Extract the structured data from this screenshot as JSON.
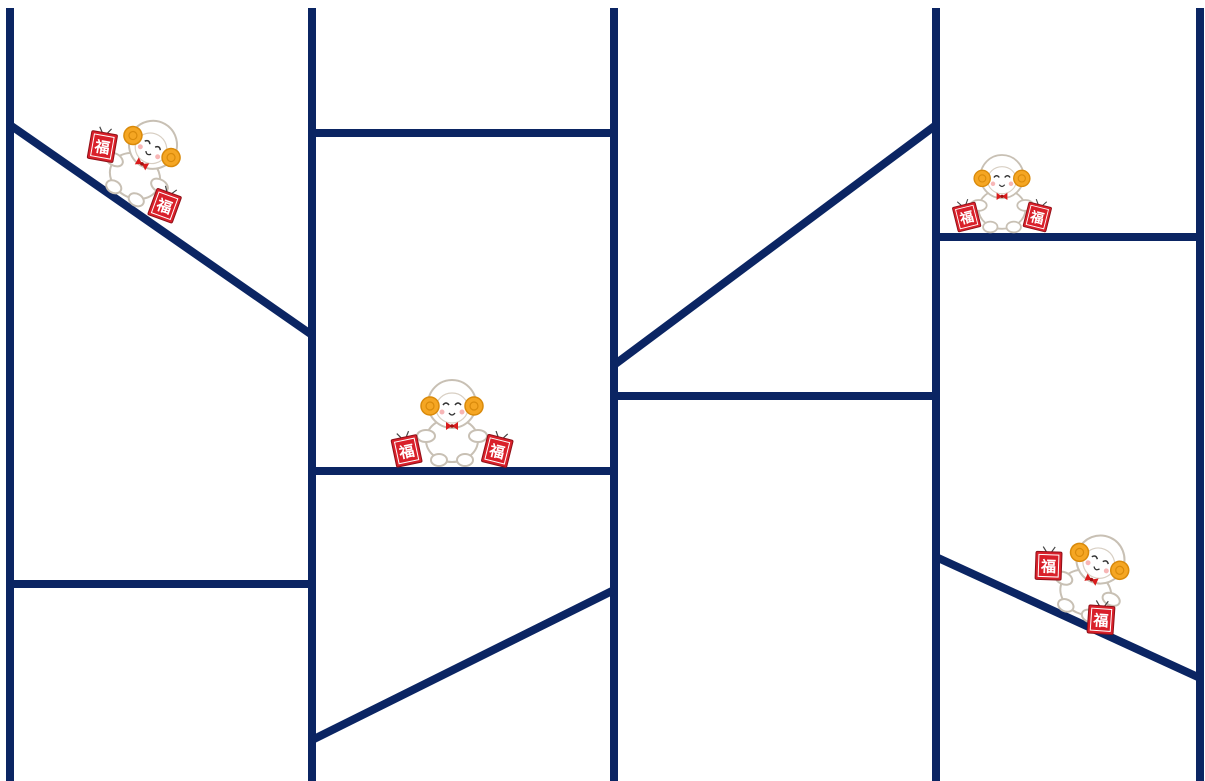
{
  "game": {
    "type": "amidakuji",
    "line_color": "#0b2563",
    "column_count": 5,
    "rung_count": 9
  },
  "sheep_character": {
    "bag_label": "福",
    "wool_color": "#ffffff",
    "wool_outline": "#c8c0b4",
    "horn_color": "#f5a623",
    "bow_color": "#d91c1c",
    "bag_color": "#d9202a",
    "count": 4
  }
}
